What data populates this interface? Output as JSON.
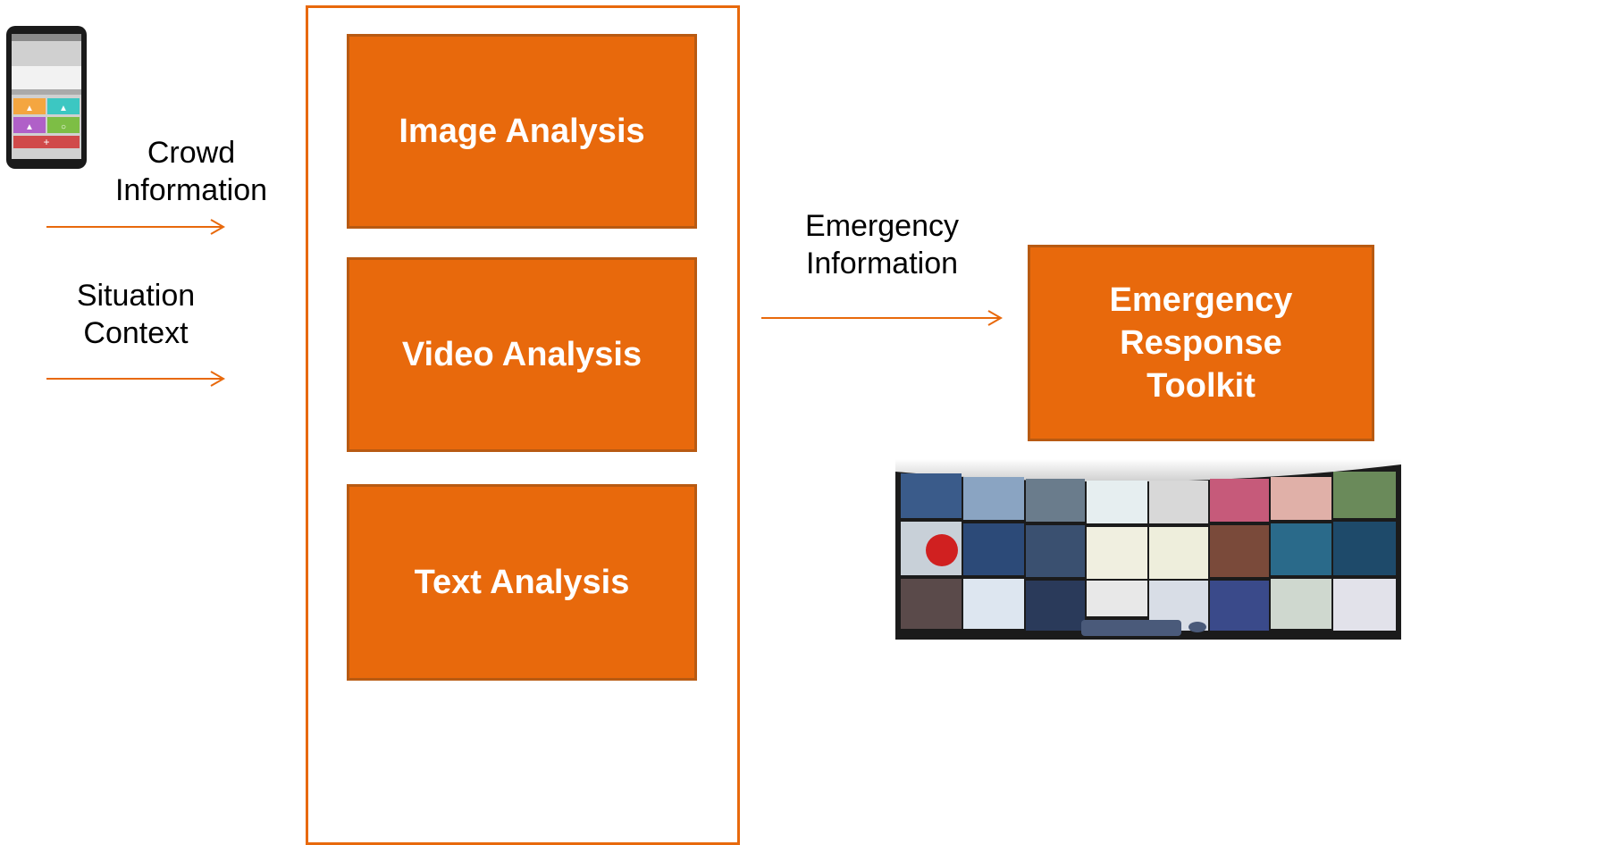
{
  "colors": {
    "accent": "#e8690c",
    "box_border": "#b85a12",
    "box_text": "#ffffff",
    "label_text": "#000000"
  },
  "inputs": {
    "crowd_label": "Crowd\nInformation",
    "situation_label": "Situation\nContext"
  },
  "analysis": {
    "image": "Image Analysis",
    "video": "Video Analysis",
    "text": "Text Analysis"
  },
  "output": {
    "emergency_info_label": "Emergency\nInformation",
    "toolkit_label": "Emergency\nResponse\nToolkit"
  },
  "icons": {
    "phone": "smartphone-app-icon",
    "monitors": "monitor-wall-icon"
  }
}
